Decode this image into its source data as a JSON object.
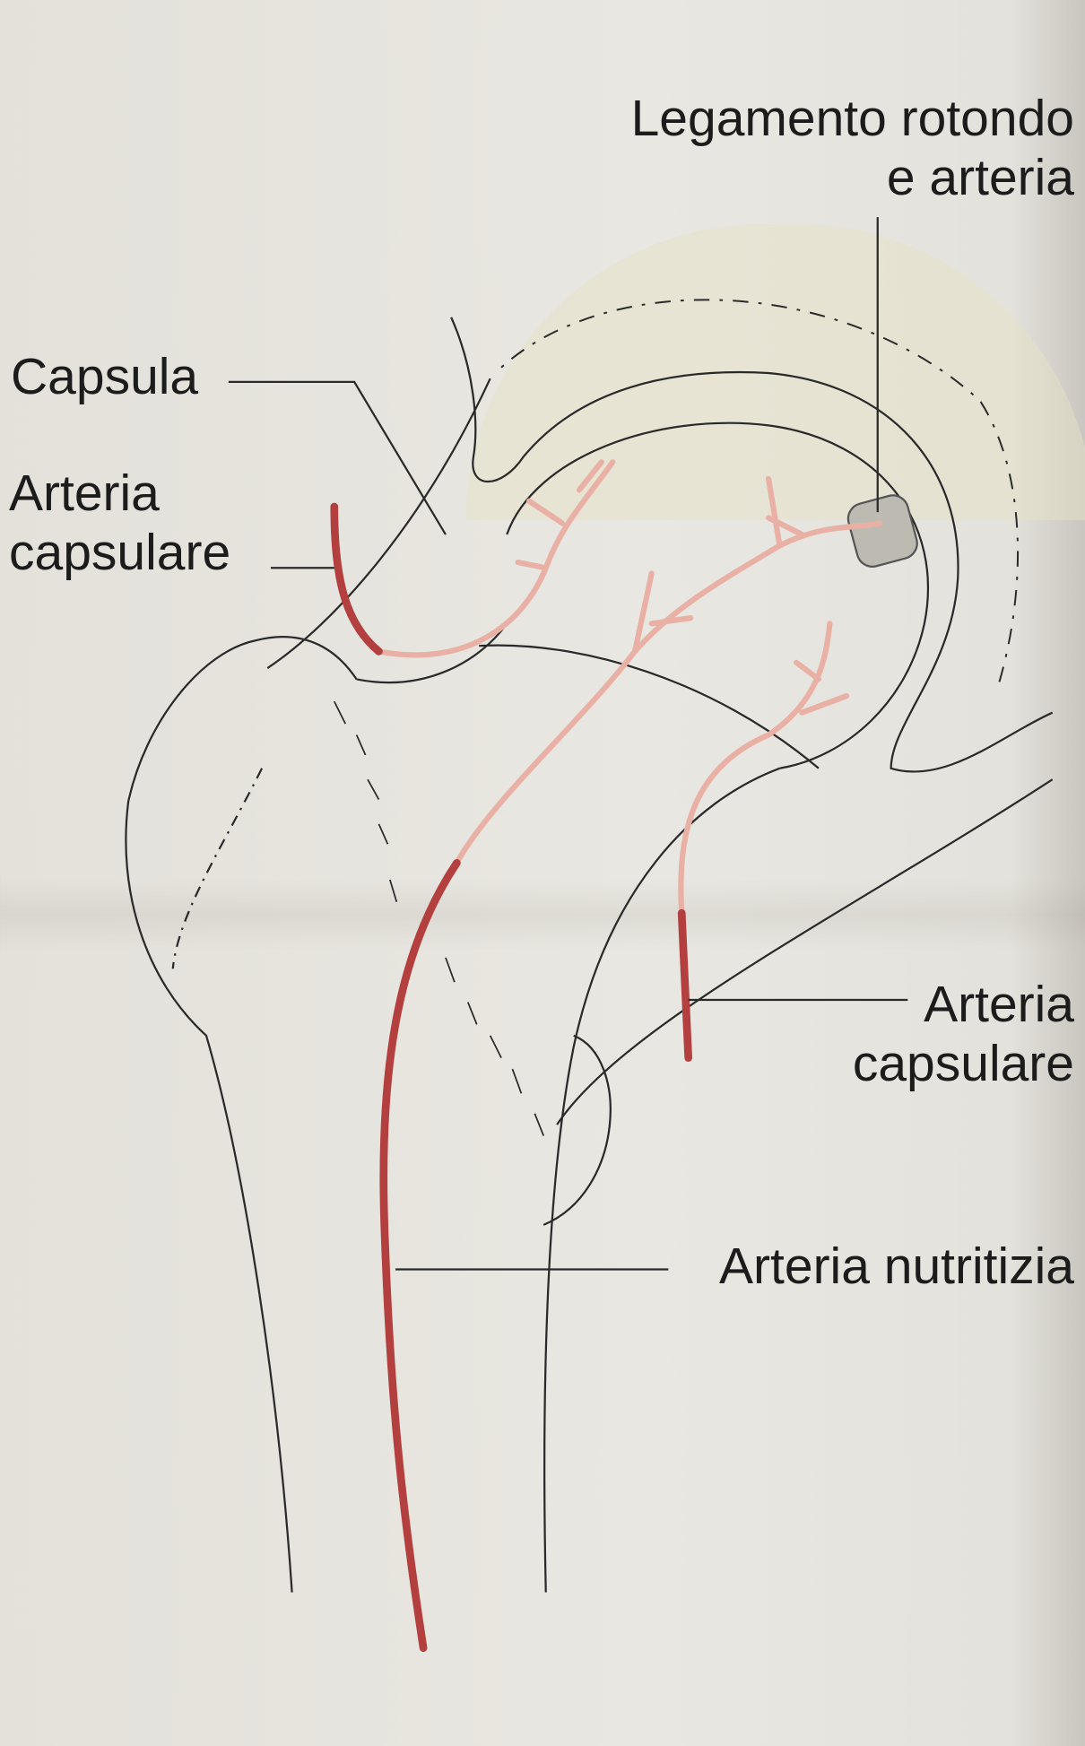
{
  "labels": {
    "ligament": [
      "Legamento rotondo",
      "e arteria"
    ],
    "capsule": "Capsula",
    "capsular_artery_left": [
      "Arteria",
      "capsulare"
    ],
    "capsular_artery_right": [
      "Arteria",
      "capsulare"
    ],
    "nutrient_artery": "Arteria nutritizia"
  },
  "colors": {
    "artery": "#b3403f",
    "branch": "#e9b1a6",
    "outline": "#2a2a2a"
  }
}
